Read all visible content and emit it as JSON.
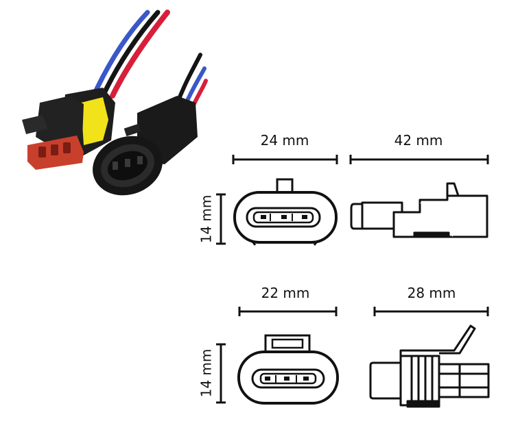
{
  "dimensions": {
    "male_width": "24 mm",
    "male_length": "42 mm",
    "male_height": "14 mm",
    "female_width": "22 mm",
    "female_length": "28 mm",
    "female_height": "14 mm"
  },
  "colors": {
    "line": "#111111",
    "connector_body": "#1c1c1c",
    "seal_yellow": "#f2e21a",
    "housing_red": "#c8402c",
    "wire_red": "#d81f3a",
    "wire_blue": "#3a57c8",
    "wire_black": "#141414"
  }
}
